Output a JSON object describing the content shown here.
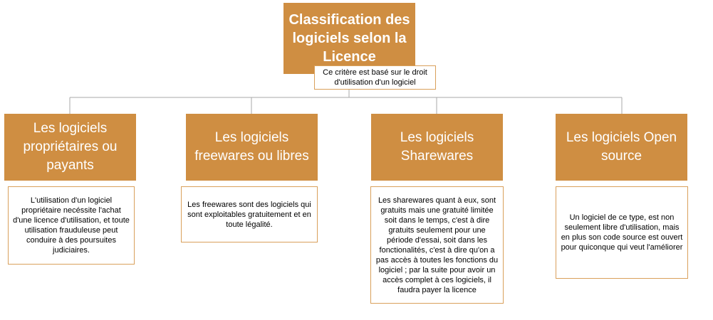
{
  "root": {
    "title": "Classification des logiciels selon la Licence",
    "note": "Ce critère est basé sur le droit d'utilisation d'un logiciel"
  },
  "categories": [
    {
      "title": "Les logiciels propriétaires ou payants",
      "description": "L'utilisation d'un logiciel propriétaire necéssite l'achat d'une licence d'utilisation, et toute utilisation frauduleuse peut conduire à des poursuites judiciaires."
    },
    {
      "title": "Les logiciels freewares ou libres",
      "description": "Les freewares sont des logiciels qui sont exploitables gratuitement et en toute légalité."
    },
    {
      "title": "Les logiciels Sharewares",
      "description": "Les sharewares quant à eux, sont gratuits mais une gratuité limitée soit dans le temps, c'est à dire gratuits seulement pour une période d'essai, soit dans les fonctionalités, c'est à dire qu'on a pas accès à toutes les fonctions du logiciel ; par la suite pour avoir un accès complet à ces logiciels, il faudra payer la licence"
    },
    {
      "title": "Les logiciels Open source",
      "description": "Un logiciel de ce type, est non seulement libre d'utilisation, mais en plus son code source est ouvert pour quiconque qui veut l'améliorer"
    }
  ],
  "colors": {
    "box_fill": "#cf8e42",
    "connector": "#a8a8a8",
    "note_border": "#d9a05b"
  }
}
